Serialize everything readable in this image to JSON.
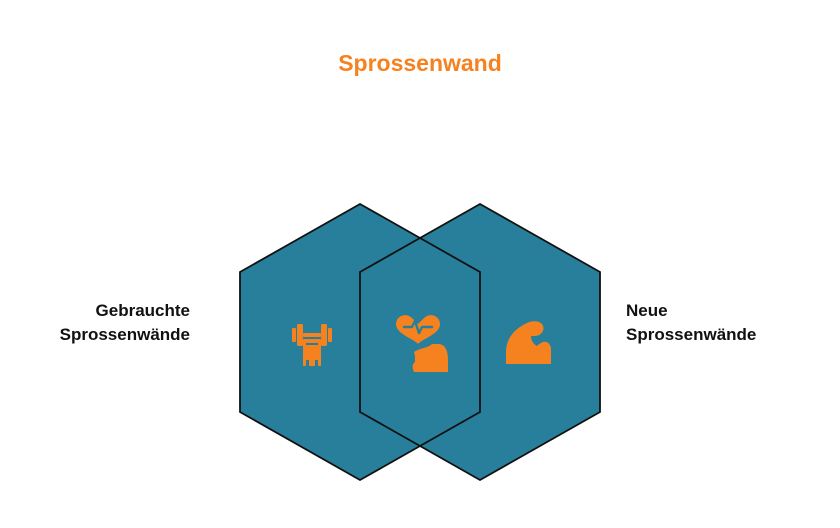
{
  "title": "Sprossenwand",
  "colors": {
    "title": "#F5821F",
    "hexagon_fill": "#287F9C",
    "stroke": "#111111",
    "icon": "#F5821F"
  },
  "left": {
    "label_lines": [
      "Gebrauchte",
      "Sprossenwände"
    ],
    "icon": "weight-bench-icon"
  },
  "right": {
    "label_lines": [
      "Neue",
      "Sprossenwände"
    ],
    "icon": "flexed-arm-icon"
  },
  "overlap": {
    "icon": "heart-strength-icon"
  }
}
